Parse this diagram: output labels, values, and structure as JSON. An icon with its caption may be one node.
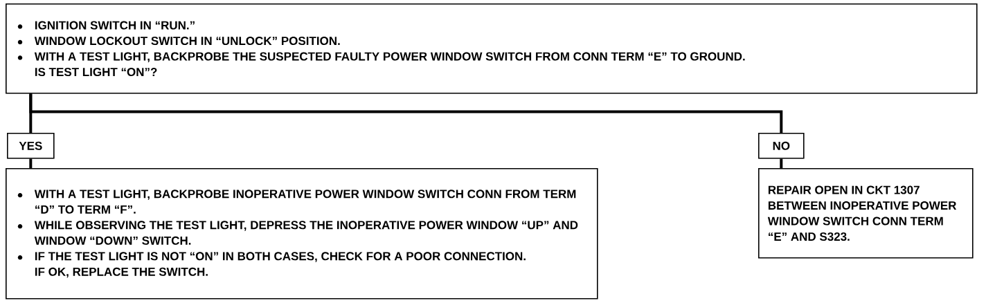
{
  "diagram": {
    "nodes": [
      {
        "text": [
          "IGNITION SWITCH IN “RUN.”",
          "WINDOW LOCKOUT SWITCH IN “UNLOCK” POSITION.",
          "WITH A TEST LIGHT, BACKPROBE THE SUSPECTED FAULTY POWER WINDOW SWITCH FROM CONN TERM “E” TO GROUND.",
          "IS TEST LIGHT “ON”?"
        ]
      },
      {
        "text": [
          "YES"
        ]
      },
      {
        "text": [
          "NO"
        ]
      },
      {
        "text": [
          "WITH A TEST LIGHT, BACKPROBE INOPERATIVE POWER WINDOW SWITCH CONN FROM TERM “D” TO TERM “F”.",
          "WHILE OBSERVING THE TEST LIGHT, DEPRESS THE INOPERATIVE POWER WINDOW “UP” AND WINDOW “DOWN” SWITCH.",
          "IF THE TEST LIGHT IS NOT “ON” IN BOTH CASES, CHECK FOR A POOR CONNECTION.",
          "IF OK, REPLACE THE SWITCH."
        ]
      },
      {
        "text": [
          "REPAIR OPEN IN CKT 1307 BETWEEN INOPERATIVE POWER WINDOW SWITCH CONN TERM “E” AND S323."
        ]
      }
    ],
    "edges": [
      {
        "from": 0,
        "to": 1,
        "arrow": "none"
      },
      {
        "from": 0,
        "to": 2,
        "arrow": "none"
      },
      {
        "from": 1,
        "to": 3,
        "arrow": "none"
      },
      {
        "from": 2,
        "to": 4,
        "arrow": "none"
      }
    ]
  }
}
